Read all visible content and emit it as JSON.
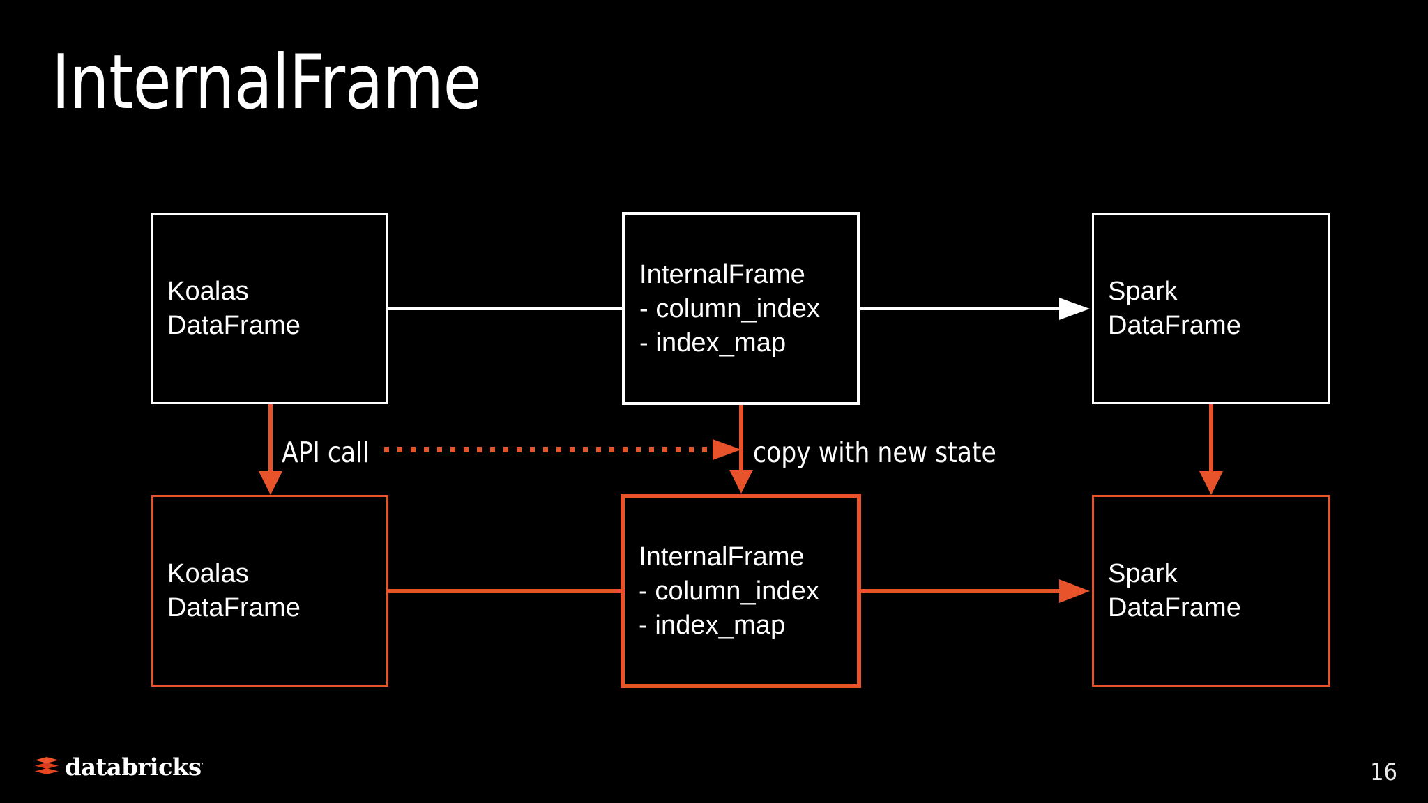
{
  "slide": {
    "title": "InternalFrame",
    "page_number": "16",
    "background_color": "#000000",
    "accent_color": "#E8532B",
    "text_color": "#FFFFFF"
  },
  "diagram": {
    "rows": [
      {
        "id": "top-row",
        "style": "white",
        "nodes": [
          {
            "id": "koalas-top",
            "lines": [
              "Koalas",
              "DataFrame"
            ]
          },
          {
            "id": "internal-top",
            "lines": [
              "InternalFrame",
              "- column_index",
              "- index_map"
            ]
          },
          {
            "id": "spark-top",
            "lines": [
              "Spark",
              "DataFrame"
            ]
          }
        ]
      },
      {
        "id": "bottom-row",
        "style": "orange",
        "nodes": [
          {
            "id": "koalas-bot",
            "lines": [
              "Koalas",
              "DataFrame"
            ]
          },
          {
            "id": "internal-bot",
            "lines": [
              "InternalFrame",
              "- column_index",
              "- index_map"
            ]
          },
          {
            "id": "spark-bot",
            "lines": [
              "Spark",
              "DataFrame"
            ]
          }
        ]
      }
    ],
    "edge_labels": {
      "api_call": "API call",
      "copy_with_new_state": "copy with new state"
    }
  },
  "brand": {
    "name": "databricks",
    "registered_mark": "·"
  }
}
